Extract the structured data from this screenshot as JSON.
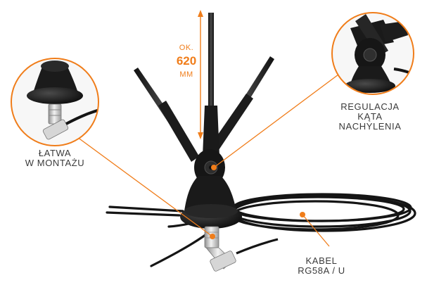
{
  "labels": {
    "length_prefix": "OK.",
    "length_value": "620",
    "length_unit": "MM",
    "mount": [
      "ŁATWA",
      "W MONTAŻU"
    ],
    "tilt": [
      "REGULACJA",
      "KĄTA",
      "NACHYLENIA"
    ],
    "cable": [
      "KABEL",
      "RG58A / U"
    ]
  },
  "colors": {
    "accent": "#f07d1a",
    "text": "#3a3a3a",
    "antenna": "#1a1a1a",
    "metal": "#c8c8c8"
  }
}
